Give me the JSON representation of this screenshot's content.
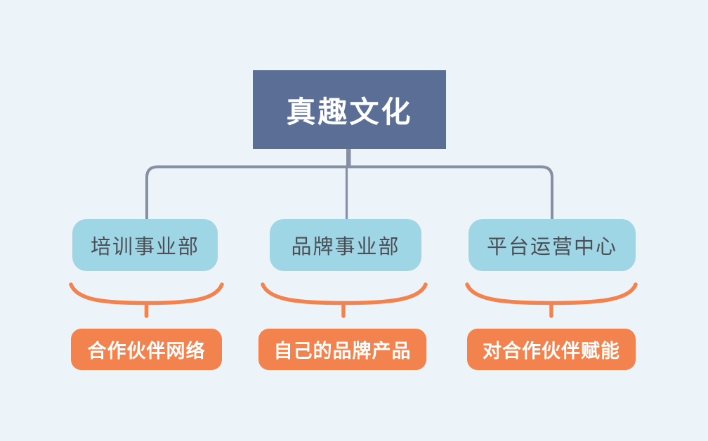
{
  "diagram": {
    "type": "org-structure",
    "root": {
      "label": "真趣文化"
    },
    "columns": [
      {
        "department": "培训事业部",
        "output": "合作伙伴网络"
      },
      {
        "department": "品牌事业部",
        "output": "自己的品牌产品"
      },
      {
        "department": "平台运营中心",
        "output": "对合作伙伴赋能"
      }
    ]
  },
  "colors": {
    "background": "#edf4f9",
    "root_box": "#5a6e96",
    "root_text": "#ffffff",
    "department_box": "#9fd6e6",
    "department_text": "#4b4f55",
    "output_box": "#f2824e",
    "output_text": "#ffffff",
    "connector_line": "#8591a3",
    "brace_line": "#f2824e"
  }
}
